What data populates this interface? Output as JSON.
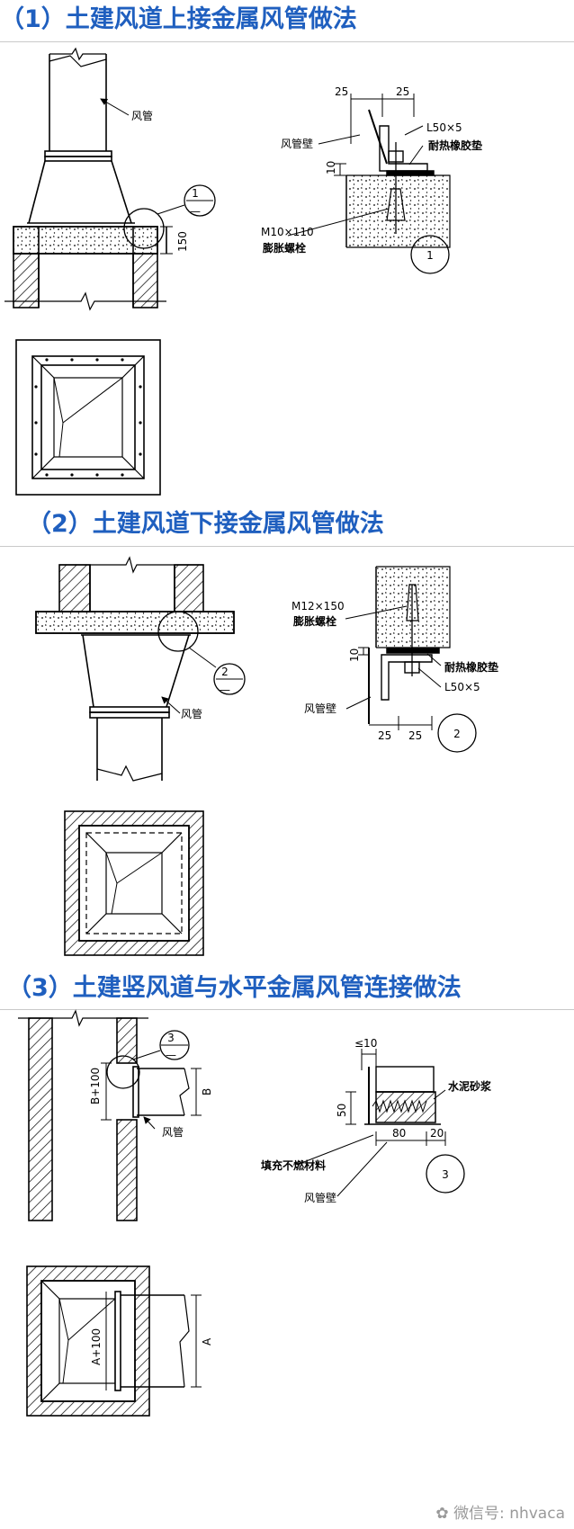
{
  "sections": [
    {
      "title": "（1）土建风道上接金属风管做法",
      "detail_no": "1",
      "main_labels": {
        "duct": "风管",
        "dim_150": "150"
      },
      "detail_labels": {
        "dim_a": "25",
        "dim_b": "25",
        "angle": "L50×5",
        "gasket": "耐热橡胶垫",
        "duct_wall": "风管壁",
        "dim_10": "10",
        "bolt_size": "M10×110",
        "bolt_name": "膨胀螺栓"
      }
    },
    {
      "title": "（2）土建风道下接金属风管做法",
      "detail_no": "2",
      "main_labels": {
        "duct": "风管"
      },
      "detail_labels": {
        "bolt_size": "M12×150",
        "bolt_name": "膨胀螺栓",
        "dim_10": "10",
        "gasket": "耐热橡胶垫",
        "angle": "L50×5",
        "duct_wall": "风管壁",
        "dim_a": "25",
        "dim_b": "25"
      }
    },
    {
      "title": "（3）土建竖风道与水平金属风管连接做法",
      "detail_no": "3",
      "main_labels": {
        "duct": "风管",
        "dim_b100": "B+100",
        "dim_b": "B",
        "dim_a100": "A+100",
        "dim_a": "A"
      },
      "detail_labels": {
        "dim_le10": "≤10",
        "mortar": "水泥砂浆",
        "dim_50": "50",
        "dim_80": "80",
        "dim_20": "20",
        "filler": "填充不燃材料",
        "duct_wall": "风管壁"
      }
    }
  ],
  "watermark": "微信号: nhvaca"
}
